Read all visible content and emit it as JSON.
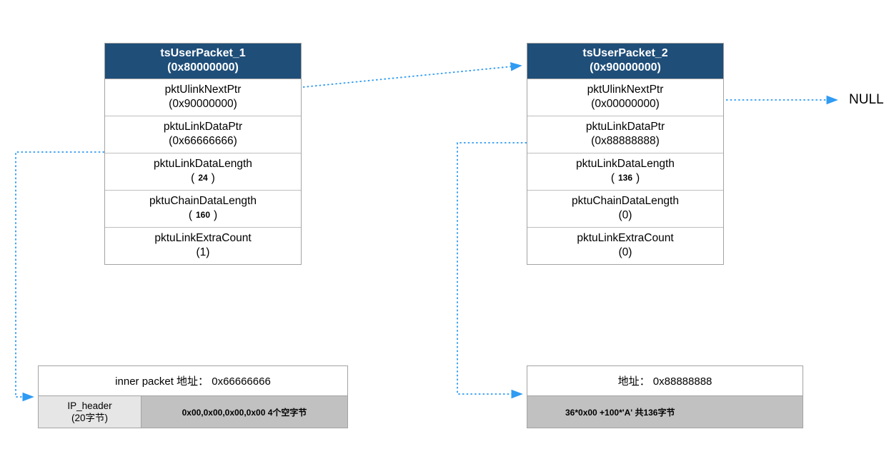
{
  "packets": [
    {
      "title": "tsUserPacket_1",
      "address": "(0x80000000)",
      "fields": [
        {
          "label": "pktUlinkNextPtr",
          "value": "(0x90000000)"
        },
        {
          "label": "pktuLinkDataPtr",
          "value": "(0x66666666)"
        },
        {
          "label": "pktuLinkDataLength",
          "open": "(",
          "num": "24",
          "close": ")"
        },
        {
          "label": "pktuChainDataLength",
          "open": "(",
          "num": "160",
          "close": ")"
        },
        {
          "label": "pktuLinkExtraCount",
          "value": "(1)"
        }
      ]
    },
    {
      "title": "tsUserPacket_2",
      "address": "(0x90000000)",
      "fields": [
        {
          "label": "pktUlinkNextPtr",
          "value": "(0x00000000)"
        },
        {
          "label": "pktuLinkDataPtr",
          "value": "(0x88888888)"
        },
        {
          "label": "pktuLinkDataLength",
          "open": "(",
          "num": "136",
          "close": ")"
        },
        {
          "label": "pktuChainDataLength",
          "value": "(0)"
        },
        {
          "label": "pktuLinkExtraCount",
          "value": "(0)"
        }
      ]
    }
  ],
  "buffers": {
    "left": {
      "title": "inner packet 地址： 0x66666666",
      "header_cell": {
        "line1": "IP_header",
        "line2": "(20字节)"
      },
      "data_cell": "0x00,0x00,0x00,0x00 4个空字节"
    },
    "right": {
      "title": "地址： 0x88888888",
      "data_cell": "36*0x00 +100*'A' 共136字节"
    }
  },
  "null_label": "NULL",
  "colors": {
    "header_bg": "#1f4e79",
    "header_text": "#ffffff",
    "arrow": "#2f9bf3",
    "border": "#a3a3a3",
    "gray_cell": "#c1c1c1",
    "light_gray_cell": "#e7e6e6"
  }
}
